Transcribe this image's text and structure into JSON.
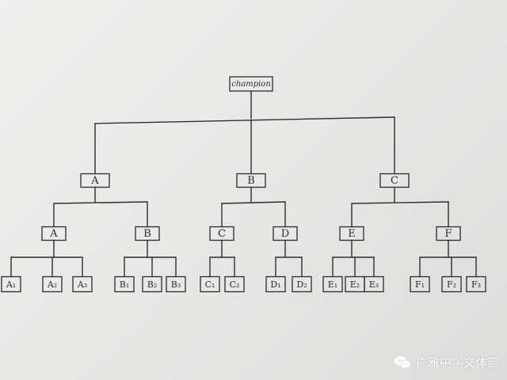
{
  "diagram": {
    "root": {
      "label": "champion",
      "children": [
        {
          "label": "A",
          "children": [
            {
              "label": "A",
              "children": [
                {
                  "label": "A₁"
                },
                {
                  "label": "A₂"
                },
                {
                  "label": "A₃"
                }
              ]
            },
            {
              "label": "B",
              "children": [
                {
                  "label": "B₁"
                },
                {
                  "label": "B₂"
                },
                {
                  "label": "B₃"
                }
              ]
            }
          ]
        },
        {
          "label": "B",
          "children": [
            {
              "label": "C",
              "children": [
                {
                  "label": "C₁"
                },
                {
                  "label": "C₂"
                }
              ]
            },
            {
              "label": "D",
              "children": [
                {
                  "label": "D₁"
                },
                {
                  "label": "D₂"
                }
              ]
            }
          ]
        },
        {
          "label": "C",
          "children": [
            {
              "label": "E",
              "children": [
                {
                  "label": "E₁"
                },
                {
                  "label": "E₂"
                },
                {
                  "label": "E₃"
                }
              ]
            },
            {
              "label": "F",
              "children": [
                {
                  "label": "F₁"
                },
                {
                  "label": "F₂"
                },
                {
                  "label": "F₃"
                }
              ]
            }
          ]
        }
      ]
    }
  },
  "watermark": {
    "text": "广雅中学文体部",
    "icon": "wechat-icon"
  },
  "colors": {
    "paper": "#e9e9e6",
    "ink": "#2b2b2b",
    "watermark": "#ffffff"
  }
}
